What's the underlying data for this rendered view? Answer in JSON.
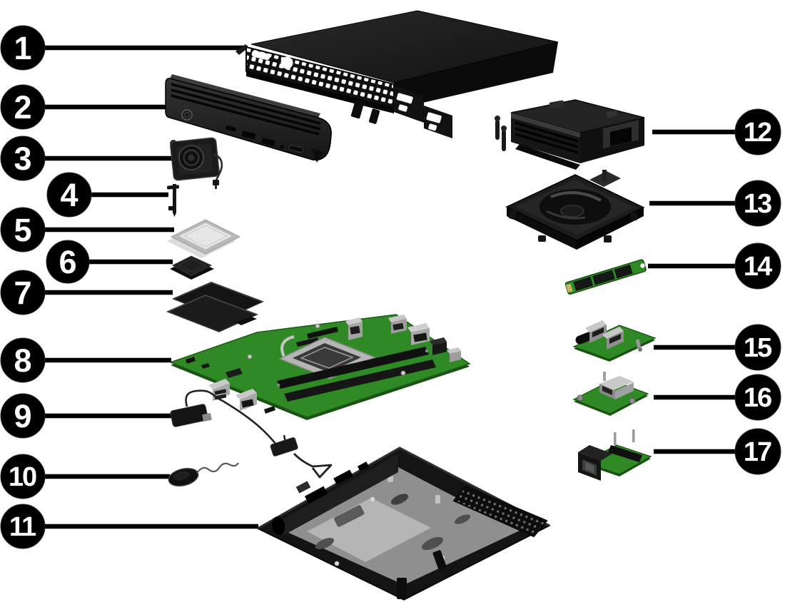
{
  "figure": {
    "type": "exploded-parts-diagram",
    "device": "mini desktop computer",
    "background_color": "#ffffff",
    "callout_fill": "#000000",
    "callout_text_color": "#ffffff",
    "pcb_color": "#2f8a25"
  },
  "callouts": [
    {
      "number": "1",
      "part": "access-panel-top-cover"
    },
    {
      "number": "2",
      "part": "front-bezel"
    },
    {
      "number": "3",
      "part": "speaker"
    },
    {
      "number": "4",
      "part": "screw-post"
    },
    {
      "number": "5",
      "part": "processor"
    },
    {
      "number": "6",
      "part": "heat-sink-plate"
    },
    {
      "number": "7",
      "part": "drive-shield-plates"
    },
    {
      "number": "8",
      "part": "system-board"
    },
    {
      "number": "9",
      "part": "antenna-cable-assembly"
    },
    {
      "number": "10",
      "part": "rtc-battery"
    },
    {
      "number": "11",
      "part": "chassis"
    },
    {
      "number": "12",
      "part": "drive-cage"
    },
    {
      "number": "13",
      "part": "fan-assembly"
    },
    {
      "number": "14",
      "part": "m2-solid-state-drive"
    },
    {
      "number": "15",
      "part": "usb-port-board"
    },
    {
      "number": "16",
      "part": "connector-daughterboard"
    },
    {
      "number": "17",
      "part": "rear-io-port-board"
    }
  ]
}
